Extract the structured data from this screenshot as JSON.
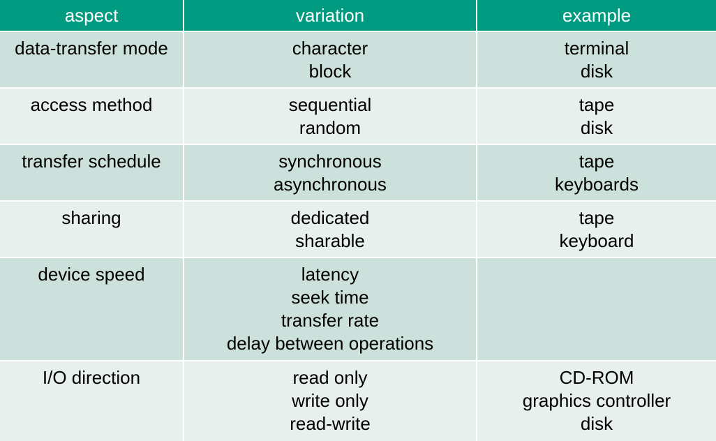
{
  "table": {
    "headers": [
      "aspect",
      "variation",
      "example"
    ],
    "rows": [
      {
        "aspect": [
          "data-transfer mode"
        ],
        "variation": [
          "character",
          "block"
        ],
        "example": [
          "terminal",
          "disk"
        ]
      },
      {
        "aspect": [
          "access method"
        ],
        "variation": [
          "sequential",
          "random"
        ],
        "example": [
          "tape",
          "disk"
        ]
      },
      {
        "aspect": [
          "transfer schedule"
        ],
        "variation": [
          "synchronous",
          "asynchronous"
        ],
        "example": [
          "tape",
          "keyboards"
        ]
      },
      {
        "aspect": [
          "sharing"
        ],
        "variation": [
          "dedicated",
          "sharable"
        ],
        "example": [
          "tape",
          "keyboard"
        ]
      },
      {
        "aspect": [
          "device speed"
        ],
        "variation": [
          "latency",
          "seek time",
          "transfer rate",
          "delay between operations"
        ],
        "example": []
      },
      {
        "aspect": [
          "I/O direction"
        ],
        "variation": [
          "read only",
          "write only",
          "read-write"
        ],
        "example": [
          "CD-ROM",
          "graphics controller",
          "disk"
        ]
      }
    ]
  },
  "colors": {
    "header_bg": "#009a80",
    "row_odd_bg": "#cce0dc",
    "row_even_bg": "#e8f0ee"
  }
}
